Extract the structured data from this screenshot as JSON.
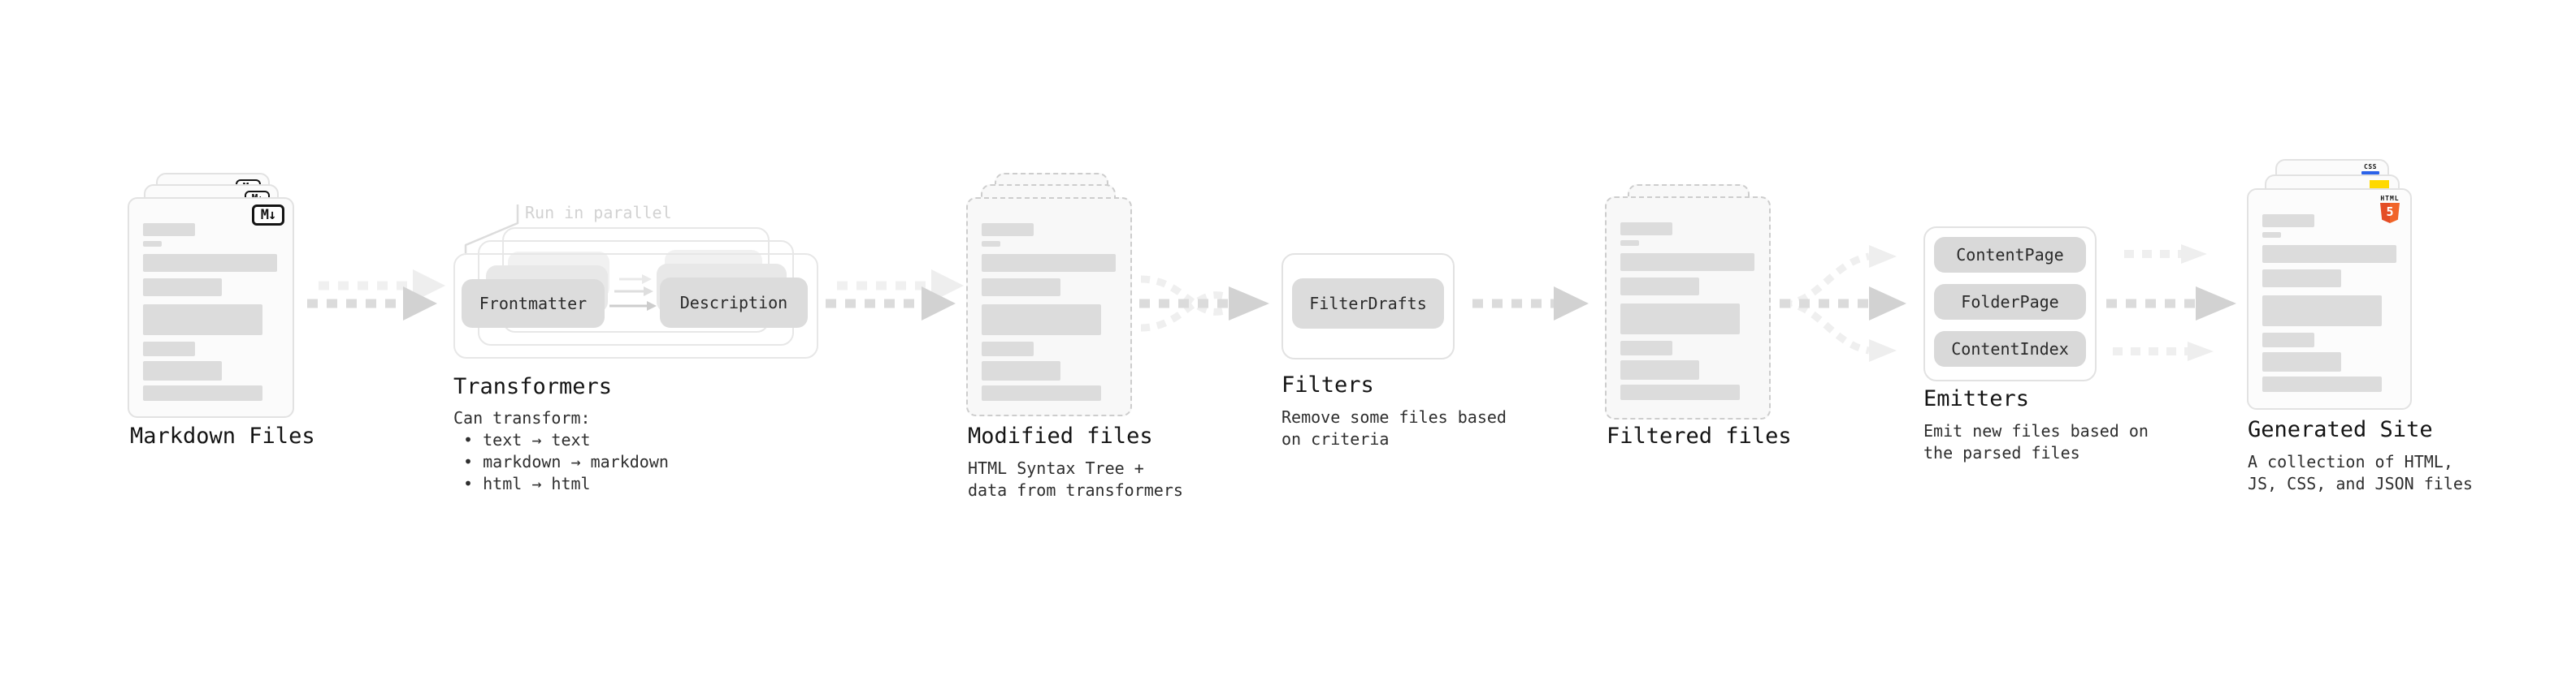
{
  "markdown": {
    "title": "Markdown Files",
    "file_badge": "M↓"
  },
  "transformers": {
    "note": "Run in parallel",
    "pill_left": "Frontmatter",
    "pill_right": "Description",
    "title": "Transformers",
    "description": "Can transform:\n • text → text\n • markdown → markdown\n • html → html"
  },
  "modified": {
    "title": "Modified files",
    "description": "HTML Syntax Tree +\ndata from transformers"
  },
  "filters": {
    "pill": "FilterDrafts",
    "title": "Filters",
    "description": "Remove some files based\non criteria"
  },
  "filtered": {
    "title": "Filtered files"
  },
  "emitters": {
    "pills": [
      "ContentPage",
      "FolderPage",
      "ContentIndex"
    ],
    "title": "Emitters",
    "description": "Emit new files based on\nthe parsed files"
  },
  "generated": {
    "title": "Generated Site",
    "description": "A collection of HTML,\nJS, CSS, and JSON files",
    "css_badge": "CSS",
    "html_badge_word": "HTML",
    "html_badge_number": "5"
  },
  "colors": {
    "html5_orange": "#e44d26",
    "html5_orange_light": "#f16529",
    "css_blue": "#2b62e9",
    "js_yellow": "#ffd900",
    "arrow_gray": "#dbdbdb",
    "arrow_gray_light": "#f0f0f0",
    "pill_gray": "#dcdcdc",
    "note_gray": "#d2d2d2"
  }
}
